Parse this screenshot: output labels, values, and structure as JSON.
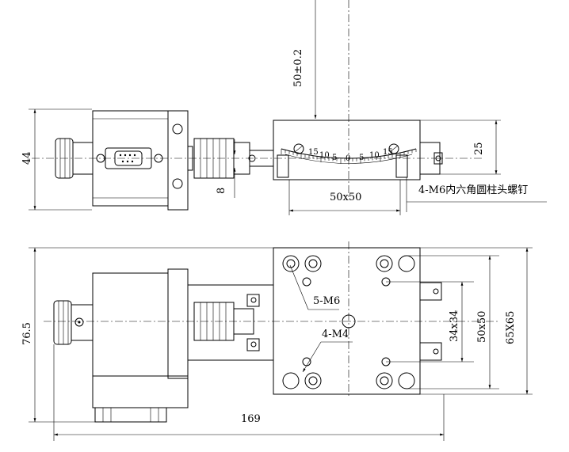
{
  "dimensions": {
    "height_44": "44",
    "travel": "50±0.2",
    "height_25": "25",
    "gap_8": "8",
    "table_top": "50x50",
    "height_76_5": "76.5",
    "length_169": "169",
    "hole_34": "34x34",
    "hole_50": "50x50",
    "body_65": "65X65"
  },
  "callouts": {
    "screws_m6": "4-M6内六角圆柱头螺钉",
    "thread_m6": "5-M6",
    "thread_m4": "4-M4"
  },
  "scale": {
    "labels": [
      "15",
      "10",
      "5",
      "0",
      "5",
      "10",
      "15"
    ]
  }
}
